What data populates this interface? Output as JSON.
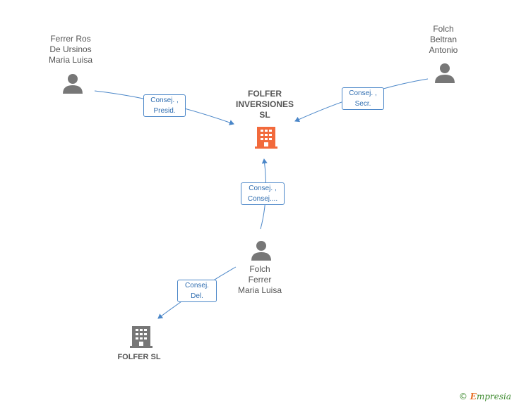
{
  "nodes": {
    "folfer_inversiones": {
      "label": "FOLFER\nINVERSIONES\nSL",
      "kind": "company-highlight"
    },
    "folfer_sl": {
      "label": "FOLFER SL",
      "kind": "company"
    },
    "ferrer_ros": {
      "label": "Ferrer Ros\nDe Ursinos\nMaria Luisa",
      "kind": "person"
    },
    "folch_beltran": {
      "label": "Folch\nBeltran\nAntonio",
      "kind": "person"
    },
    "folch_ferrer": {
      "label": "Folch\nFerrer\nMaria Luisa",
      "kind": "person"
    }
  },
  "edges": {
    "e1": {
      "label": "Consej. ,\nPresid."
    },
    "e2": {
      "label": "Consej. ,\nSecr."
    },
    "e3": {
      "label": "Consej. ,\nConsej...."
    },
    "e4": {
      "label": "Consej.\nDel."
    }
  },
  "footer": {
    "copyright": "©",
    "brand_first": "E",
    "brand_rest": "mpresia"
  },
  "colors": {
    "edge": "#4a86c8",
    "company_highlight": "#f26a3c",
    "company": "#777777",
    "person": "#777777"
  }
}
